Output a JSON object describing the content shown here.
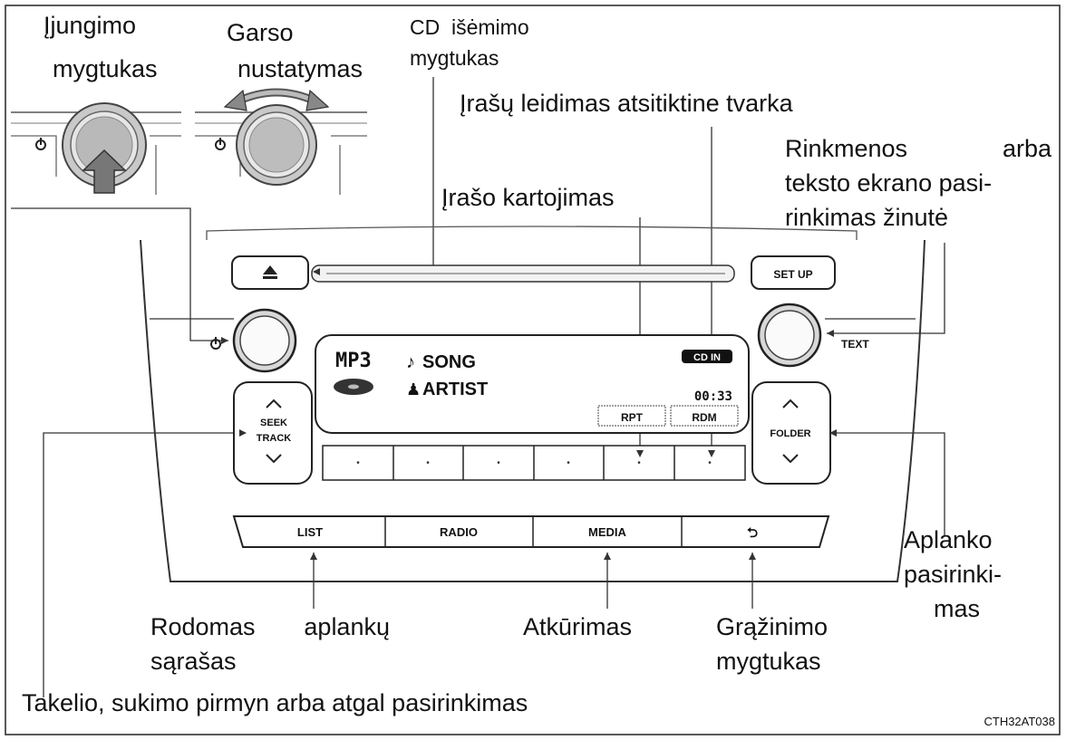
{
  "callouts": {
    "power_button": [
      "Įjungimo",
      "mygtukas"
    ],
    "volume": [
      "Garso",
      "nustatymas"
    ],
    "cd_eject": [
      "CD  išėmimo",
      "mygtukas"
    ],
    "random": "Įrašų leidimas atsitiktine tvarka",
    "file_text": {
      "line1_a": "Rinkmenos",
      "line1_b": "arba",
      "line2": "teksto ekrano pasi-",
      "line3": "rinkimas žinutė"
    },
    "repeat": "Įrašo kartojimas",
    "folder_select": [
      "Aplanko",
      "pasirinki-",
      "mas"
    ],
    "folder_list": {
      "line1_a": "Rodomas",
      "line1_b": "aplankų",
      "line2": "sąrašas"
    },
    "playback": "Atkūrimas",
    "return": [
      "Grąžinimo",
      "mygtukas"
    ],
    "track_select": "Takelio, sukimo pirmyn arba atgal pasirinkimas"
  },
  "figure_code": "CTH32AT038",
  "unit": {
    "setup_label": "SET UP",
    "text_label": "TEXT",
    "seek_label": [
      "SEEK",
      "TRACK"
    ],
    "folder_label": "FOLDER",
    "display": {
      "format": "MP3",
      "song": "SONG",
      "artist": "ARTIST",
      "cd_in": "CD IN",
      "time": "00:33",
      "rpt": "RPT",
      "rdm": "RDM"
    },
    "preset_dot": "•",
    "bottom_buttons": [
      "LIST",
      "RADIO",
      "MEDIA",
      "⮌"
    ]
  }
}
